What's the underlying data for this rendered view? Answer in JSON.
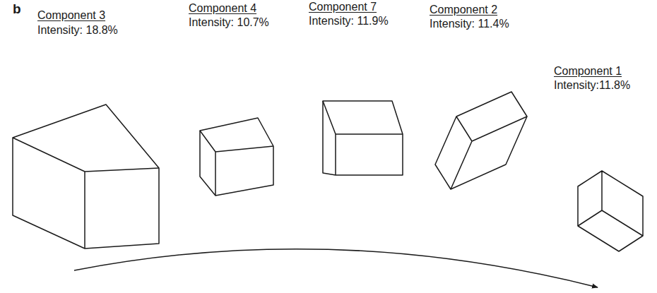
{
  "diagram": {
    "labels": [
      "b",
      "Component 3",
      "Intensity: 18.8%",
      "Component 4",
      "Intensity: 10.7%",
      "Component 7",
      "Intensity: 11.9%",
      "Component 2",
      "Intensity: 11.4%",
      "Component 1",
      "Intensity:11.8%"
    ]
  }
}
